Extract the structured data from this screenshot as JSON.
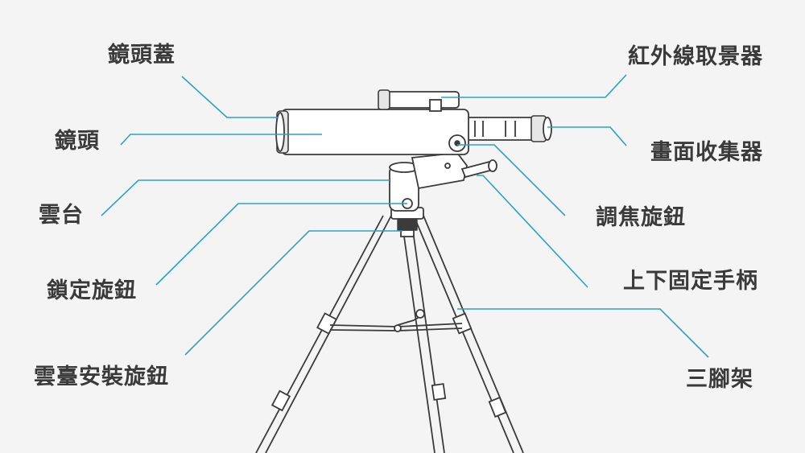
{
  "colors": {
    "background": "#f4f4f4",
    "leader_line": "#2aa3c2",
    "label_text": "#3a3a3a",
    "outline": "#3b3b3b"
  },
  "labels": {
    "lens_cap": "鏡頭蓋",
    "lens": "鏡頭",
    "mount": "雲台",
    "lock_knob": "鎖定旋鈕",
    "mount_install_knob": "雲臺安裝旋鈕",
    "red_dot_finder": "紅外線取景器",
    "eyepiece": "畫面收集器",
    "focus_knob": "調焦旋鈕",
    "vertical_handle": "上下固定手柄",
    "tripod": "三腳架"
  }
}
